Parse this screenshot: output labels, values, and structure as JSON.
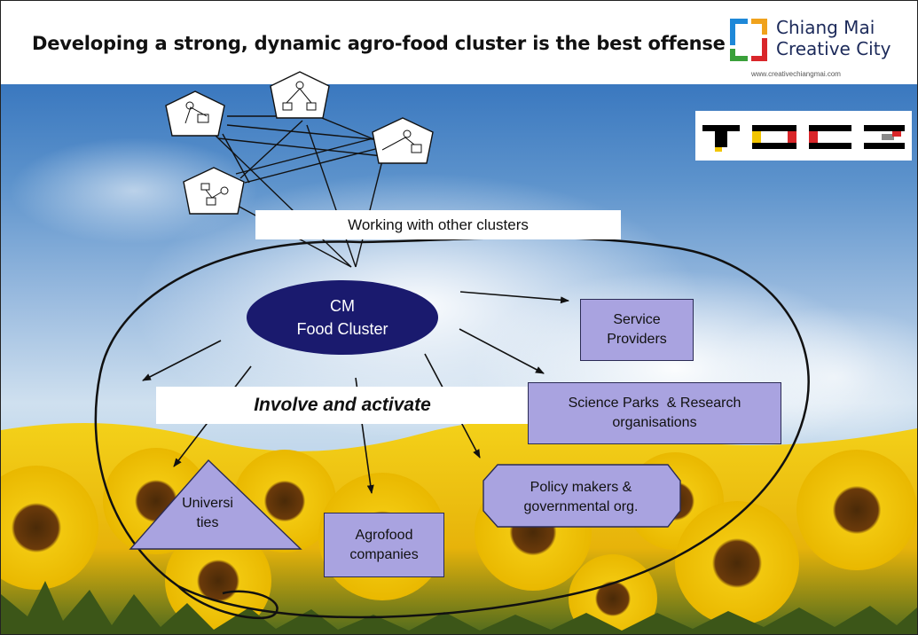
{
  "header": {
    "title": "Developing a strong, dynamic agro-food cluster is the best offense",
    "logo": {
      "line1": "Chiang Mai",
      "line2": "Creative City",
      "url": "www.creativechiangmai.com",
      "colors": [
        "#1e88d8",
        "#f0a21c",
        "#3aa03a",
        "#d9262a"
      ]
    }
  },
  "diagram": {
    "center": {
      "line1": "CM",
      "line2": "Food Cluster"
    },
    "banner_top": "Working with other clusters",
    "banner_middle": "Involve and activate",
    "actors": {
      "service": {
        "line1": "Service",
        "line2": "Providers"
      },
      "science": {
        "line1": "Science Parks  & Research",
        "line2": "organisations"
      },
      "policy": {
        "line1": "Policy makers &",
        "line2": "governmental org."
      },
      "agro": {
        "line1": "Agrofood",
        "line2": "companies"
      },
      "universities": {
        "line1": "Universi",
        "line2": "ties"
      }
    },
    "partner_logo": {
      "colors": [
        "#000000",
        "#f2c500",
        "#d9262a",
        "#8a8a8a"
      ]
    }
  }
}
